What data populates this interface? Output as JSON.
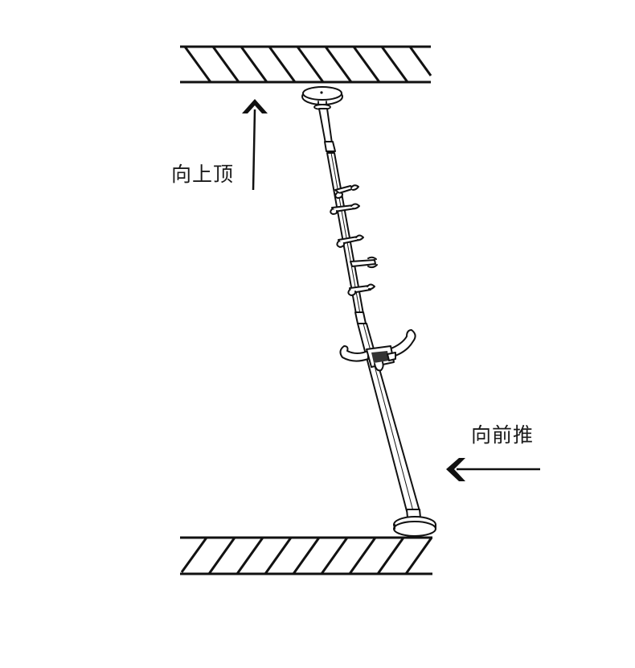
{
  "labels": {
    "push_up": "向上顶",
    "push_forward": "向前推"
  },
  "colors": {
    "line": "#111111",
    "background": "#ffffff"
  },
  "icons": [
    "hatched-ceiling",
    "hatched-floor",
    "up-arrow-icon",
    "left-arrow-icon",
    "telescopic-pole"
  ]
}
